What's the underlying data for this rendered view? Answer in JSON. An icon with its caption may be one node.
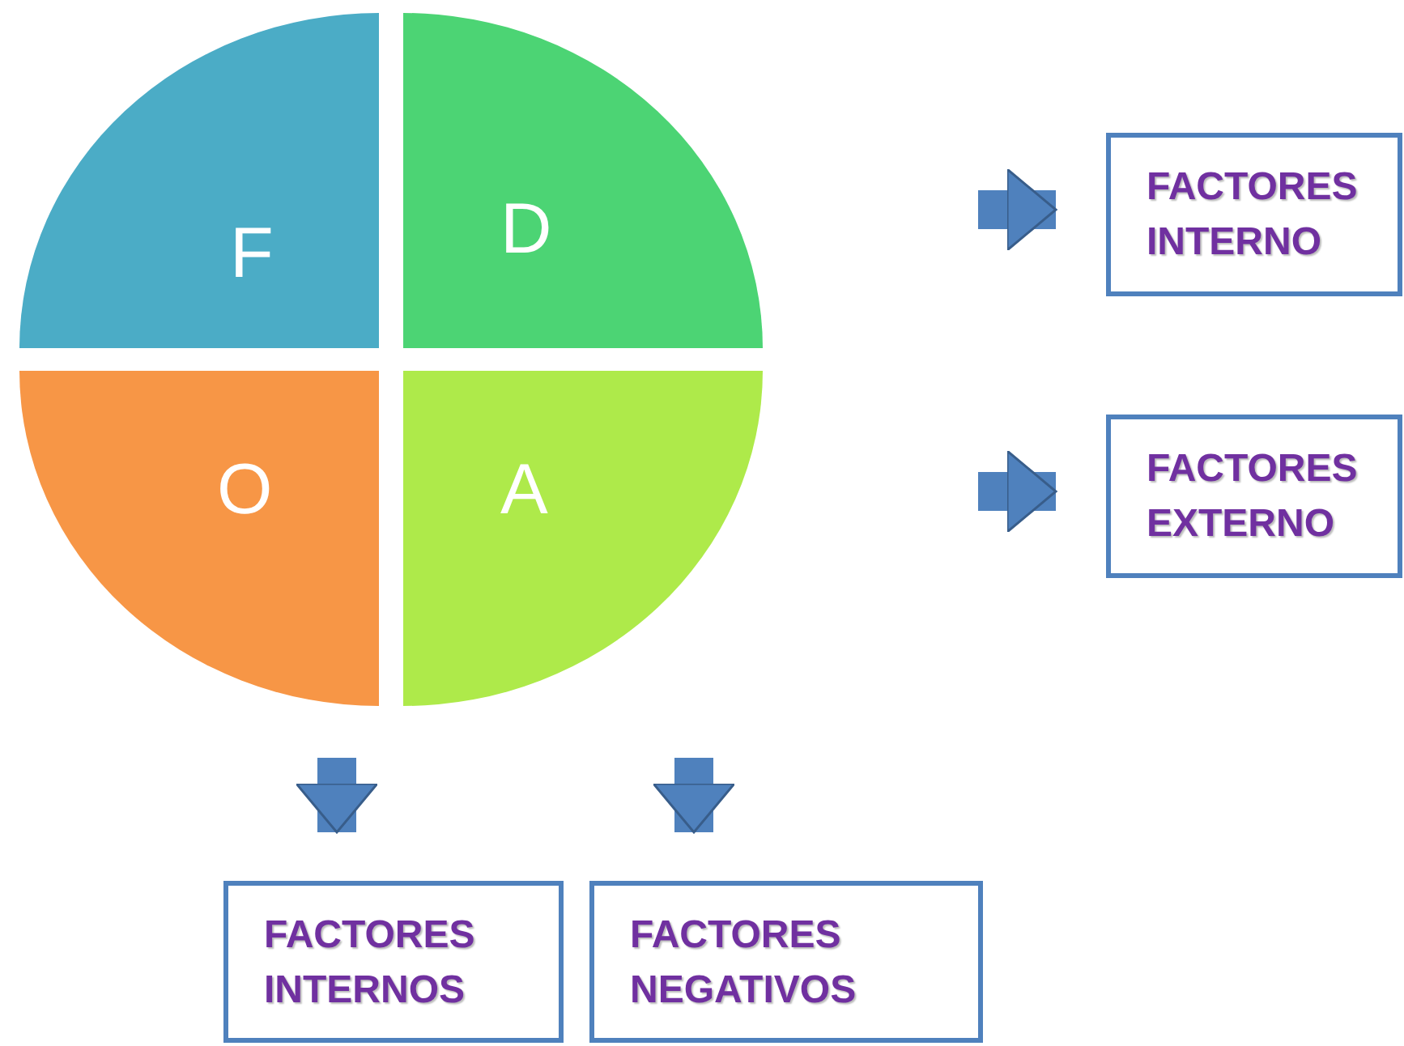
{
  "diagram": {
    "nodes": [
      {
        "text": [
          "F"
        ]
      },
      {
        "text": [
          "D"
        ]
      },
      {
        "text": [
          "O"
        ]
      },
      {
        "text": [
          "A"
        ]
      },
      {
        "text": [
          "FACTORES INTERNO"
        ]
      },
      {
        "text": [
          "FACTORES EXTERNO"
        ]
      },
      {
        "text": [
          "FACTORES INTERNOS"
        ]
      },
      {
        "text": [
          "FACTORES NEGATIVOS"
        ]
      }
    ],
    "edges": [
      {
        "from": null,
        "to": 4,
        "arrow": "to"
      },
      {
        "from": null,
        "to": 5,
        "arrow": "to"
      },
      {
        "from": null,
        "to": 6,
        "arrow": "to"
      },
      {
        "from": null,
        "to": 7,
        "arrow": "to"
      }
    ]
  }
}
